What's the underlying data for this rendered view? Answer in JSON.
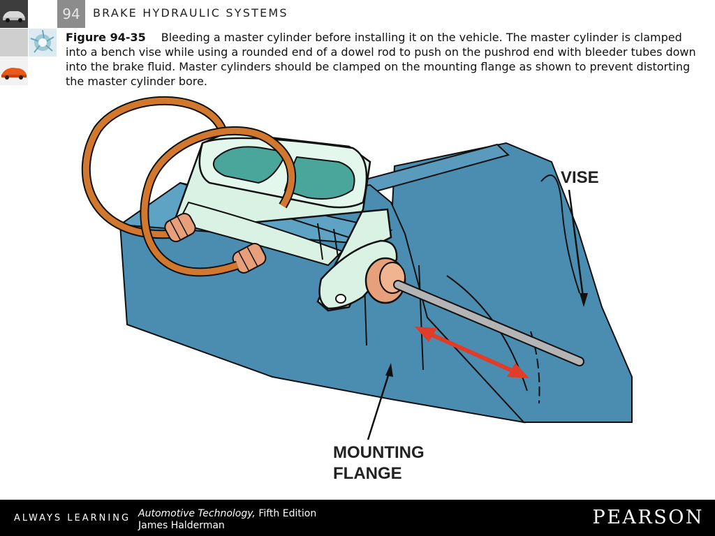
{
  "header": {
    "chapter_number": "94",
    "chapter_title": "BRAKE HYDRAULIC SYSTEMS"
  },
  "caption": {
    "figure_label": "Figure 94-35",
    "text": "Bleeding a master cylinder before installing it on the vehicle. The master cylinder is clamped into a bench vise while using a rounded end of a dowel rod to push on the pushrod end with bleeder tubes down into the brake fluid. Master cylinders should be clamped on the mounting flange as shown to prevent distorting the master cylinder bore."
  },
  "illustration": {
    "label_vise": "VISE",
    "label_mounting_1": "MOUNTING",
    "label_mounting_2": "FLANGE",
    "colors": {
      "vise": "#4a8db0",
      "cylinder": "#d9f2e4",
      "reservoir": "#4aa69a",
      "tube": "#d1782e",
      "fitting": "#e8a07a",
      "rod": "#b4b4b4",
      "arrow": "#e03c28",
      "outline": "#111111"
    }
  },
  "footer": {
    "always_learning": "ALWAYS LEARNING",
    "book_title": "Automotive Technology,",
    "book_edition": "Fifth Edition",
    "author": "James Halderman",
    "publisher": "PEARSON"
  }
}
